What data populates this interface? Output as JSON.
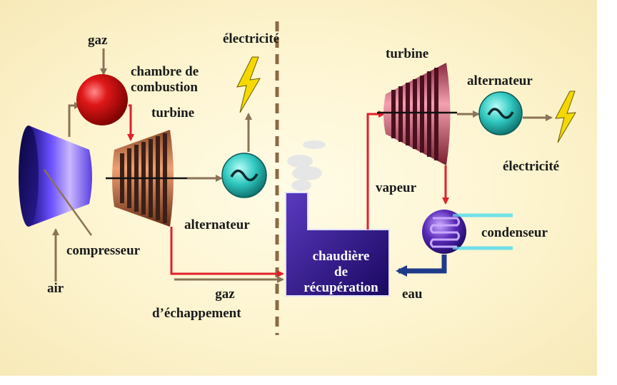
{
  "labels": {
    "gaz": "gaz",
    "chambre_line1": "chambre de",
    "chambre_line2": "combustion",
    "electricite_left": "électricité",
    "turbine_left": "turbine",
    "alternateur_left": "alternateur",
    "compresseur": "compresseur",
    "air": "air",
    "gaz_echappement_line1": "gaz",
    "gaz_echappement_line2": "d’échappement",
    "turbine_right": "turbine",
    "alternateur_right": "alternateur",
    "electricite_right": "électricité",
    "vapeur": "vapeur",
    "condenseur": "condenseur",
    "eau": "eau",
    "chaudiere_line1": "chaudière",
    "chaudiere_line2": "de",
    "chaudiere_line3": "récupération"
  },
  "colors": {
    "flow_arrow": "#8b7355",
    "hot_gas": "#e0202a",
    "water_return": "#1e3a8a",
    "boiler": "#3a1f8f",
    "divider": "#8b6a45",
    "bolt": "#f5d800",
    "alternator": "#20b2aa"
  }
}
